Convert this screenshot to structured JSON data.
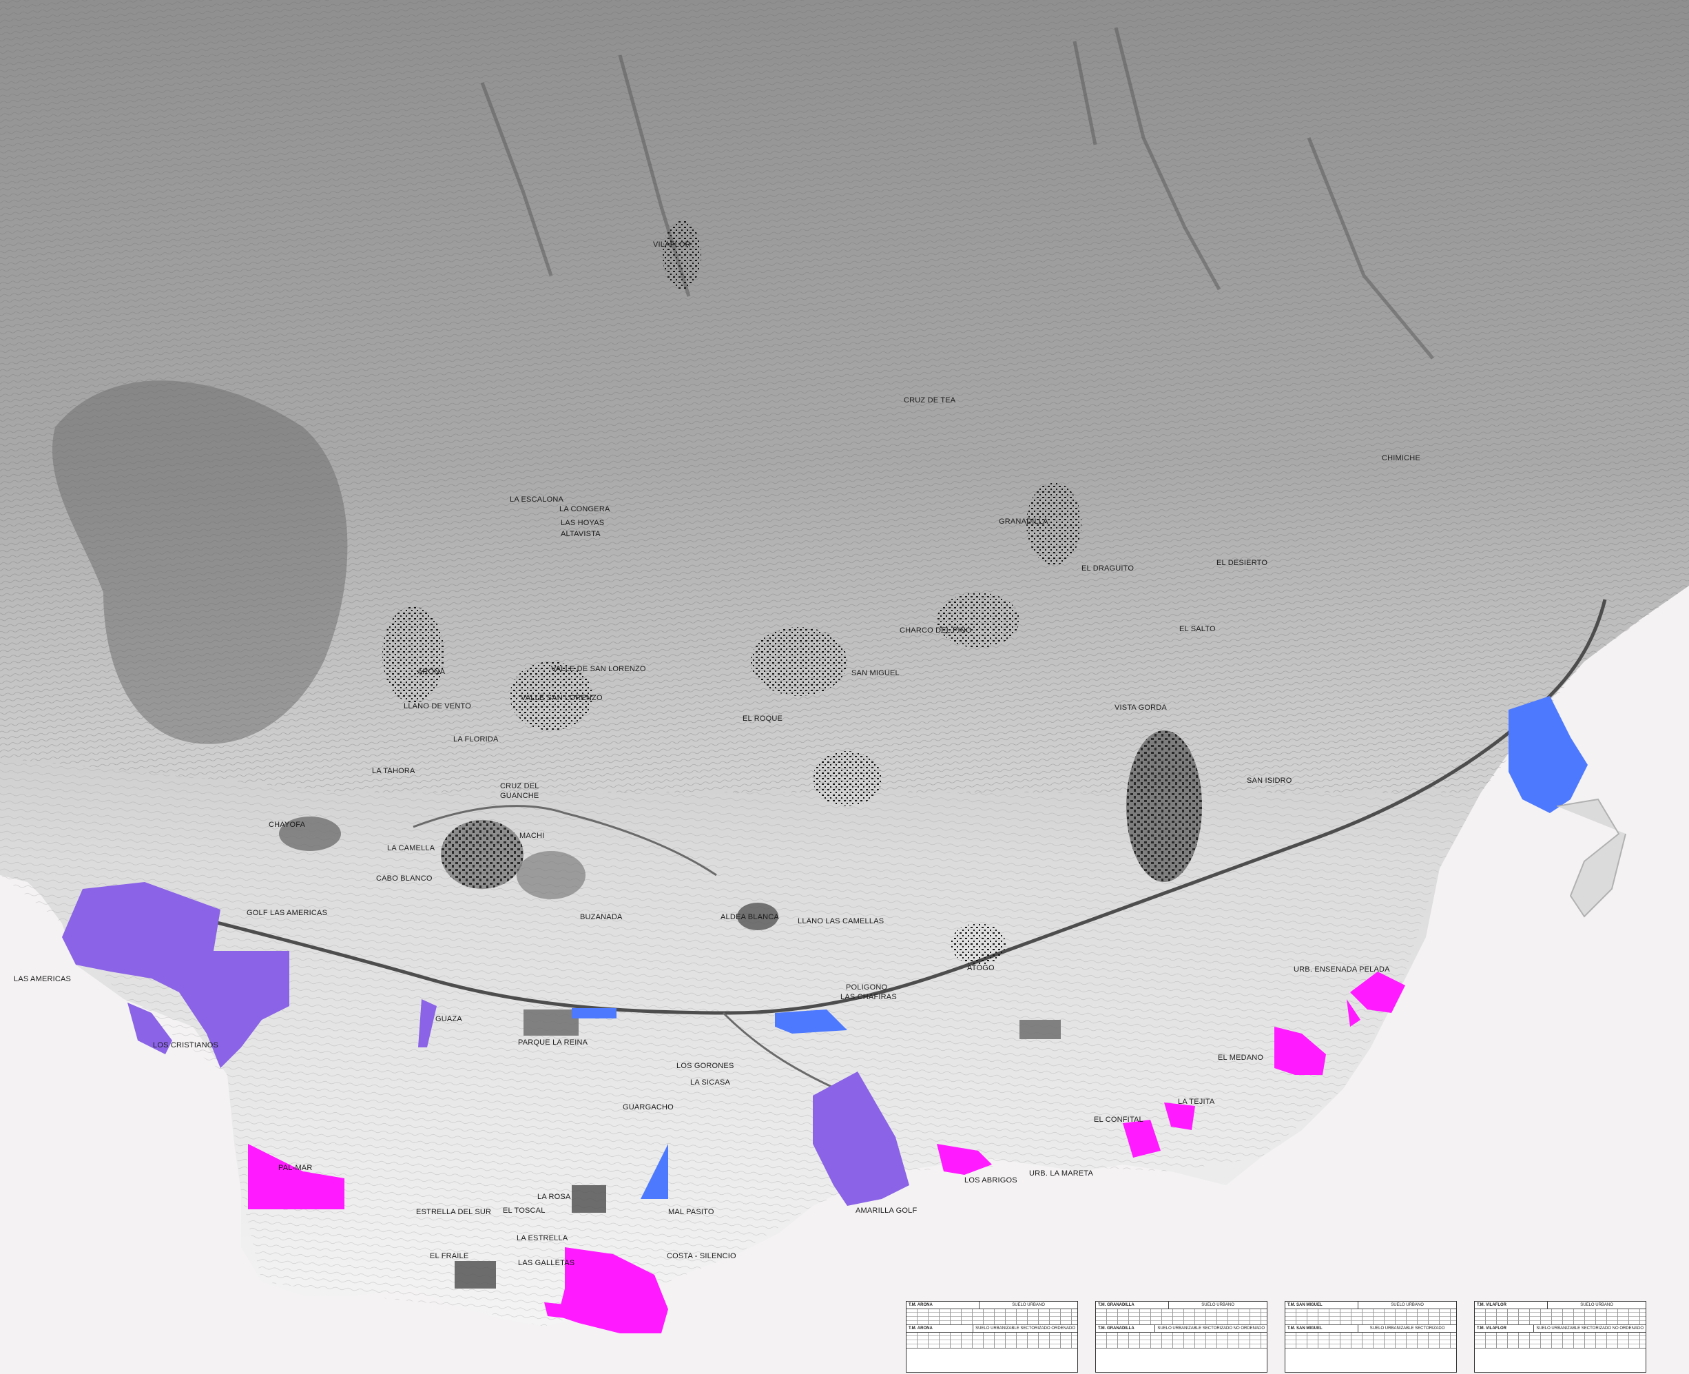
{
  "colors": {
    "background": "#ffffff",
    "sea": "#f4f2f3",
    "terrain_high": "#8a8a8a",
    "terrain_mid": "#b5b5b5",
    "terrain_low": "#e8e8e8",
    "urban_black": "#151515",
    "urban_grey": "#6f6f6f",
    "zone_violet": "#8a63e6",
    "zone_magenta": "#ff1aff",
    "zone_blue": "#4d79ff"
  },
  "labels": [
    {
      "text": "VILAFLOR"
    },
    {
      "text": "CRUZ DE TEA"
    },
    {
      "text": "CHIMICHE"
    },
    {
      "text": "LA ESCALONA"
    },
    {
      "text": "LA CONGERA"
    },
    {
      "text": "LAS HOYAS"
    },
    {
      "text": "ALTAVISTA"
    },
    {
      "text": "GRANADILLA"
    },
    {
      "text": "EL DRAGUITO"
    },
    {
      "text": "EL DESIERTO"
    },
    {
      "text": "CHARCO DEL PINO"
    },
    {
      "text": "EL SALTO"
    },
    {
      "text": "ARONA"
    },
    {
      "text": "VALLE DE SAN LORENZO"
    },
    {
      "text": "SAN MIGUEL"
    },
    {
      "text": "LLANO DE VENTO"
    },
    {
      "text": "VALLE SAN LORENZO"
    },
    {
      "text": "EL ROQUE"
    },
    {
      "text": "VISTA GORDA"
    },
    {
      "text": "LA FLORIDA"
    },
    {
      "text": "LA TAHORA"
    },
    {
      "text": "CRUZ DEL"
    },
    {
      "text": "GUANCHE"
    },
    {
      "text": "SAN ISIDRO"
    },
    {
      "text": "CHAYOFA"
    },
    {
      "text": "LA CAMELLA"
    },
    {
      "text": "MACHI"
    },
    {
      "text": "CABO BLANCO"
    },
    {
      "text": "GOLF LAS AMERICAS"
    },
    {
      "text": "BUZANADA"
    },
    {
      "text": "ALDEA BLANCA"
    },
    {
      "text": "LLANO LAS CAMELLAS"
    },
    {
      "text": "ATOGO"
    },
    {
      "text": "URB. ENSENADA PELADA"
    },
    {
      "text": "LAS AMERICAS"
    },
    {
      "text": "POLIGONO"
    },
    {
      "text": "LAS CHAFIRAS"
    },
    {
      "text": "GUAZA"
    },
    {
      "text": "PARQUE LA REINA"
    },
    {
      "text": "LOS CRISTIANOS"
    },
    {
      "text": "LOS GORONES"
    },
    {
      "text": "LA SICASA"
    },
    {
      "text": "EL MEDANO"
    },
    {
      "text": "GUARGACHO"
    },
    {
      "text": "LA TEJITA"
    },
    {
      "text": "EL CONFITAL"
    },
    {
      "text": "PAL-MAR"
    },
    {
      "text": "URB. LA MARETA"
    },
    {
      "text": "LOS ABRIGOS"
    },
    {
      "text": "LA ROSA"
    },
    {
      "text": "ESTRELLA DEL SUR"
    },
    {
      "text": "EL TOSCAL"
    },
    {
      "text": "MAL PASITO"
    },
    {
      "text": "AMARILLA GOLF"
    },
    {
      "text": "LA ESTRELLA"
    },
    {
      "text": "EL FRAILE"
    },
    {
      "text": "LAS GALLETAS"
    },
    {
      "text": "COSTA - SILENCIO"
    }
  ],
  "tables": [
    {
      "municipality": "T.M. ARONA",
      "title": "SUELO URBANO",
      "sub_municipality": "T.M. ARONA",
      "sub_title": "SUELO URBANIZABLE SECTORIZADO ORDENADO"
    },
    {
      "municipality": "T.M. GRANADILLA",
      "title": "SUELO URBANO",
      "sub_municipality": "T.M. GRANADILLA",
      "sub_title": "SUELO URBANIZABLE SECTORIZADO NO ORDENADO"
    },
    {
      "municipality": "T.M. SAN MIGUEL",
      "title": "SUELO URBANO",
      "sub_municipality": "T.M. SAN MIGUEL",
      "sub_title": "SUELO URBANIZABLE SECTORIZADO"
    },
    {
      "municipality": "T.M. VILAFLOR",
      "title": "SUELO URBANO",
      "sub_municipality": "T.M. VILAFLOR",
      "sub_title": "SUELO URBANIZABLE SECTORIZADO NO ORDENADO"
    }
  ]
}
